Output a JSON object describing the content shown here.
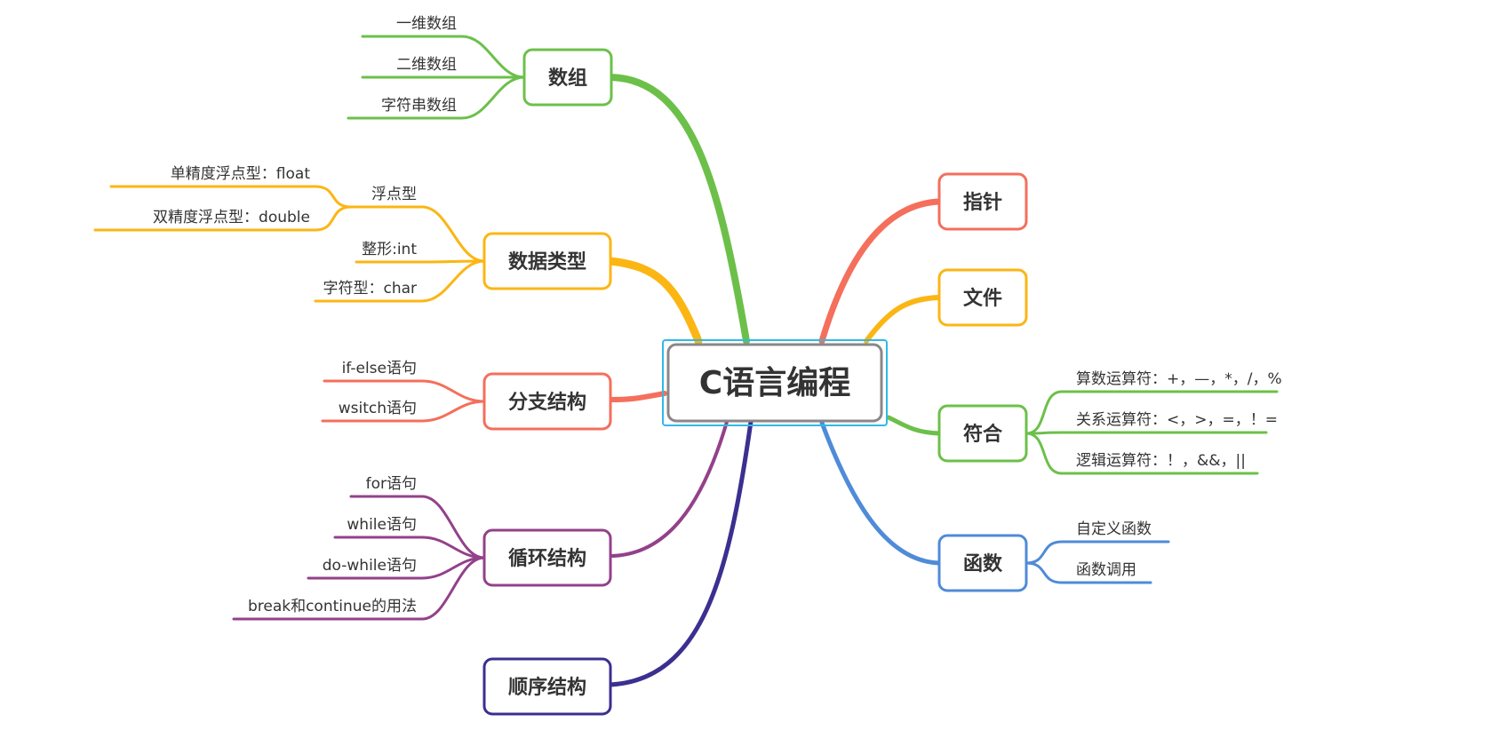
{
  "colors": {
    "green": "#6cc04a",
    "yellow": "#fbb614",
    "coral": "#f46f5c",
    "purple": "#93418a",
    "indigo": "#3b2f90",
    "blue": "#4f8bd8",
    "central_border": "#888888",
    "selection": "#30b9e6"
  },
  "central": {
    "label": "C语言编程"
  },
  "left": [
    {
      "id": "array",
      "label": "数组",
      "color": "green",
      "children": [
        {
          "label": "一维数组"
        },
        {
          "label": "二维数组"
        },
        {
          "label": "字符串数组"
        }
      ]
    },
    {
      "id": "datatype",
      "label": "数据类型",
      "color": "yellow",
      "children": [
        {
          "label": "浮点型",
          "children": [
            {
              "label": "单精度浮点型：float"
            },
            {
              "label": "双精度浮点型：double"
            }
          ]
        },
        {
          "label": "整形:int"
        },
        {
          "label": "字符型：char"
        }
      ]
    },
    {
      "id": "branch",
      "label": "分支结构",
      "color": "coral",
      "children": [
        {
          "label": "if-else语句"
        },
        {
          "label": "wsitch语句"
        }
      ]
    },
    {
      "id": "loop",
      "label": "循环结构",
      "color": "purple",
      "children": [
        {
          "label": "for语句"
        },
        {
          "label": "while语句"
        },
        {
          "label": "do-while语句"
        },
        {
          "label": "break和continue的用法"
        }
      ]
    },
    {
      "id": "sequence",
      "label": "顺序结构",
      "color": "indigo",
      "children": []
    }
  ],
  "right": [
    {
      "id": "pointer",
      "label": "指针",
      "color": "coral",
      "children": []
    },
    {
      "id": "file",
      "label": "文件",
      "color": "yellow",
      "children": []
    },
    {
      "id": "operator",
      "label": "符合",
      "color": "green",
      "children": [
        {
          "label": "算数运算符：+，—，*，/，%"
        },
        {
          "label": "关系运算符：<，>，=，！="
        },
        {
          "label": "逻辑运算符：！，&&，||"
        }
      ]
    },
    {
      "id": "function",
      "label": "函数",
      "color": "blue",
      "children": [
        {
          "label": "自定义函数"
        },
        {
          "label": "函数调用"
        }
      ]
    }
  ]
}
